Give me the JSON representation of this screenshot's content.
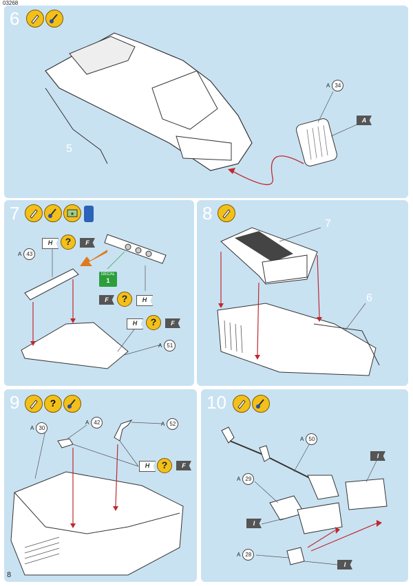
{
  "page": {
    "code": "03268",
    "page_number": "8"
  },
  "colors": {
    "panel_bg": "#c9e2f2",
    "badge_yellow": "#f3c01a",
    "arrow_red": "#c0282d",
    "arrow_orange": "#e07a1c",
    "decal_green": "#2e9e3d"
  },
  "steps": {
    "s6": {
      "number": "6",
      "part_label": "5",
      "callout_34": "34",
      "callout_prefix": "A",
      "flag": "A",
      "icons": [
        "glue-icon",
        "brush-icon"
      ]
    },
    "s7": {
      "number": "7",
      "callout_43": "43",
      "callout_51": "51",
      "prefix": "A",
      "h": "H",
      "f": "F",
      "q": "?",
      "decal_label": "DECAL",
      "decal_num": "1",
      "icons": [
        "glue-icon",
        "brush-icon",
        "decal-sheet-icon",
        "water-bottle-icon"
      ]
    },
    "s8": {
      "number": "8",
      "part_label_top": "7",
      "part_label_side": "6",
      "icons": [
        "glue-icon"
      ]
    },
    "s9": {
      "number": "9",
      "callout_30": "30",
      "callout_42": "42",
      "callout_52": "52",
      "prefix": "A",
      "h": "H",
      "f": "F",
      "q": "?",
      "icons": [
        "glue-icon",
        "question-icon",
        "brush-icon"
      ]
    },
    "s10": {
      "number": "10",
      "callout_50": "50",
      "callout_29": "29",
      "callout_28": "28",
      "prefix": "A",
      "flag": "I",
      "icons": [
        "glue-icon",
        "brush-icon"
      ]
    }
  }
}
